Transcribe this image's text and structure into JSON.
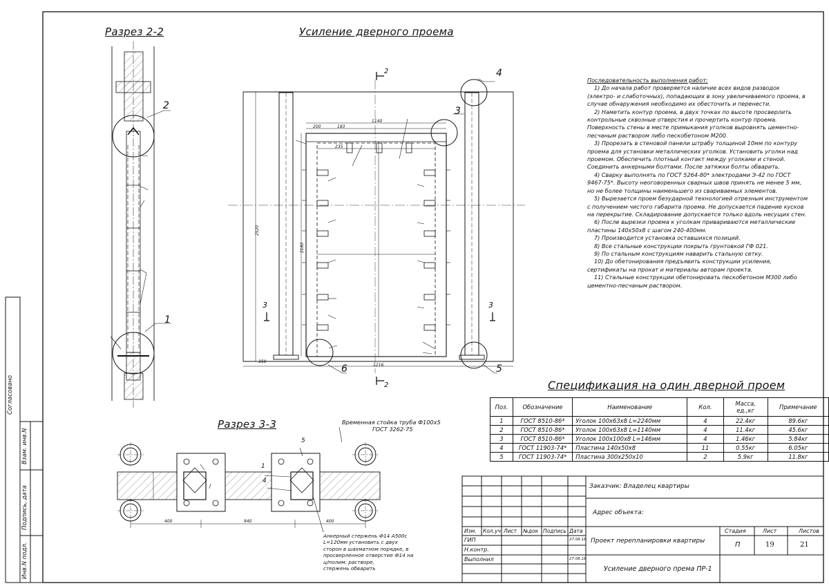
{
  "titles": {
    "section22": "Разрез 2-2",
    "main": "Усиление дверного проема",
    "section33": "Разрез 3-3",
    "spec": "Спецификация на один дверной проем"
  },
  "callouts": {
    "c1": "1",
    "c2": "2",
    "c3": "3",
    "c4": "4",
    "c5": "5",
    "c6": "6",
    "cut2top": "2",
    "cut2bot": "2",
    "cut3l": "3",
    "cut3r": "3"
  },
  "annotations": {
    "pipe_line1": "Временная стойка труба Ф100х5",
    "pipe_line2": "ГОСТ 3262-75",
    "anchor": [
      "Анкерный стержень Ф14 А500с",
      "L=120мм установить с двух",
      "сторон в шахматном порядке, в",
      "просверленное отверстие Ф14 на",
      "ц/полим. растворе,",
      "стержень обварить"
    ]
  },
  "dimensions": {
    "d940": "940",
    "d400a": "400",
    "d400b": "400",
    "top1140": "1140",
    "d200": "200",
    "d183": "183",
    "d235": "235",
    "d1216": "1216",
    "d350": "350",
    "d2520": "2520",
    "d2180": "2180"
  },
  "notes": {
    "heading": "Последовательность выполнения работ:",
    "items": [
      "1) До начала работ проверяется наличие всех видов разводок (электро- и слаботочных), попадающих в зону увеличиваемого проема, в случае обнаружения необходимо их обесточить и перенести.",
      "2) Наметить контур проема, в двух точках по высоте просверлить контрольные сквозные отверстия и прочертить контур проема. Поверхность стены в месте примыкания уголков выровнять цементно-песчаным раствором либо пескобетоном М200.",
      "3) Прорезать в стеновой панели штрабу толщиной 10мм по контуру проема для установки металлических уголков. Установить уголки над проемом. Обеспечить плотный контакт между уголками и стеной. Соединить анкерными болтами. После затяжки болты обварить.",
      "4) Сварку выполнять по ГОСТ 5264-80* электродами Э-42 по ГОСТ 9467-75*. Высоту неоговоренных сварных швов принять не менее 5 мм, но не более толщины наименьшего из свариваемых элементов.",
      "5) Вырезается проем безударной технологией отрезным инструментом с получением чистого габарита проема. Не допускается падение кусков на перекрытие. Складирование допускается только вдоль несущих стен.",
      "6) После вырезки проема к уголкам привариваются металлические пластины 140х50х8 с шагом 240-400мм.",
      "7) Производится установка оставшихся позиций.",
      "8) Все стальные конструкции покрыть грунтовкой ГФ 021.",
      "9) По стальным конструкциям наварить стальную сетку.",
      "10) До обетонирования предъявить конструкции усиления, сертификаты на прокат и материалы авторам проекта.",
      "11) Стальные конструкции обетонировать пескобетоном М300 либо цементно-песчаным раствором."
    ]
  },
  "spec_table": {
    "headers": [
      "Поз.",
      "Обозначение",
      "Наименование",
      "Кол.",
      "Масса, ед.,кг",
      "Примечание"
    ],
    "rows": [
      [
        "1",
        "ГОСТ 8510-86*",
        "Уголок 100х63х8 L=2240мм",
        "4",
        "22.4кг",
        "89.6кг"
      ],
      [
        "2",
        "ГОСТ 8510-86*",
        "Уголок 100х63х8 L=1140мм",
        "4",
        "11.4кг",
        "45.6кг"
      ],
      [
        "3",
        "ГОСТ 8510-86*",
        "Уголок 100х100х8 L=146мм",
        "4",
        "1.46кг",
        "5.84кг"
      ],
      [
        "4",
        "ГОСТ 11903-74*",
        "Пластина 140х50х8",
        "11",
        "0.55кг",
        "6.05кг"
      ],
      [
        "5",
        "ГОСТ 11903-74*",
        "Пластина 300х250х10",
        "2",
        "5.9кг",
        "11.8кг"
      ]
    ]
  },
  "stamp": {
    "customer": "Заказчик: Владелец квартиры",
    "address": "Адрес объекта:",
    "cols": [
      "Изм.",
      "Кол.уч",
      "Лист",
      "№док",
      "Подпись",
      "Дата"
    ],
    "roles": [
      "ГИП",
      "Н.контр.",
      "Выполнил"
    ],
    "date1": "27.08.18",
    "date2": "27.08.18",
    "project": "Проект перепланировки квартиры",
    "sheet_title": "Усиление дверного према ПР-1",
    "stage_h": "Стадия",
    "sheet_h": "Лист",
    "sheets_h": "Листов",
    "stage": "П",
    "sheet": "19",
    "sheets": "21"
  },
  "side_stamp": {
    "agreed": "Согласовано",
    "replace": "Взам. инв.N",
    "sign": "Подпись, дата",
    "inv": "Инв.N подл."
  }
}
